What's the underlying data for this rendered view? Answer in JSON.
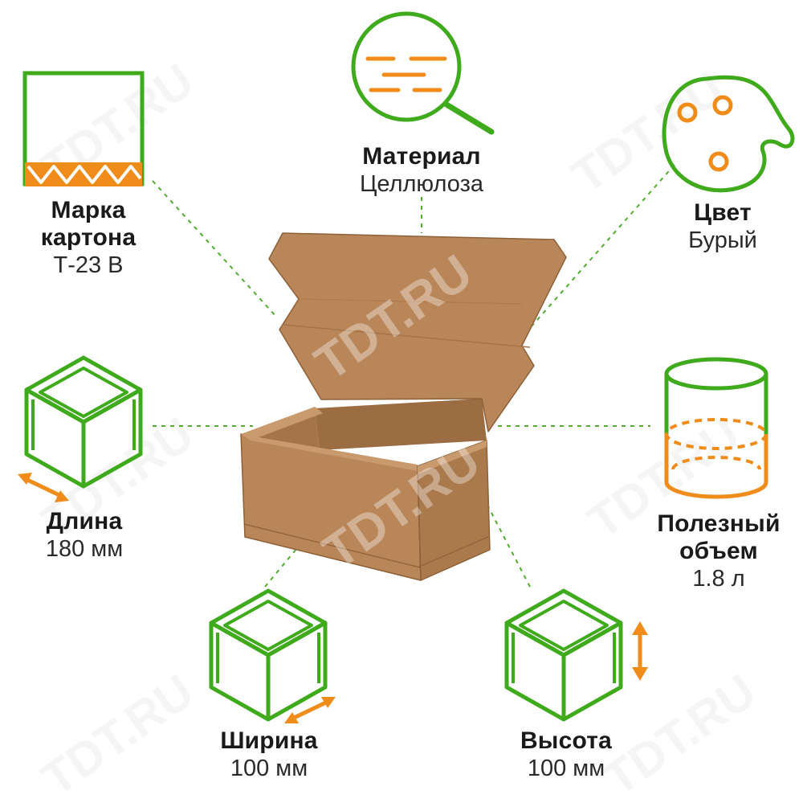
{
  "colors": {
    "green": "#3faa1c",
    "orange": "#f08c1a",
    "cardboard": "#b78457",
    "cardboard_dark": "#9c6c42",
    "guide": "#4fae2e"
  },
  "watermark": "TDT.RU",
  "specs": {
    "grade": {
      "icon": "corrugated-sheet-icon",
      "title_line1": "Марка",
      "title_line2": "картона",
      "value": "Т-23 В"
    },
    "material": {
      "icon": "magnifier-icon",
      "title": "Материал",
      "value": "Целлюлоза"
    },
    "color": {
      "icon": "palette-icon",
      "title": "Цвет",
      "value": "Бурый"
    },
    "length": {
      "icon": "cube-length-icon",
      "title": "Длина",
      "value": "180 мм"
    },
    "volume": {
      "icon": "cylinder-volume-icon",
      "title_line1": "Полезный",
      "title_line2": "объем",
      "value": "1.8 л"
    },
    "width": {
      "icon": "cube-width-icon",
      "title": "Ширина",
      "value": "100 мм"
    },
    "height": {
      "icon": "cube-height-icon",
      "title": "Высота",
      "value": "100 мм"
    }
  }
}
